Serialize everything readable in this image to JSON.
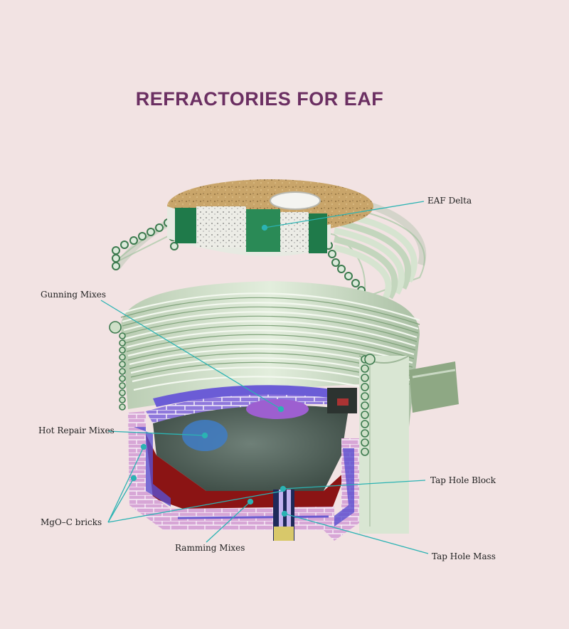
{
  "title": "REFRACTORIES FOR EAF",
  "labels": {
    "eaf_delta": "EAF Delta",
    "gunning_mixes": "Gunning Mixes",
    "hot_repair_mixes": "Hot Repair Mixes",
    "tap_hole_block": "Tap Hole Block",
    "mgo_c_bricks": "MgO–C bricks",
    "ramming_mixes": "Ramming Mixes",
    "tap_hole_mass": "Tap Hole Mass"
  },
  "colors": {
    "background": "#f2e3e3",
    "title": "#6b2f62",
    "leader_line": "#2bb3b3",
    "cooling_panel": "#cfe0c8",
    "delta_green": "#1f7a4a",
    "brick_purple": "#8a6fd6",
    "ramming_red": "#8b1414",
    "hearth_grey": "#5f6f68"
  }
}
